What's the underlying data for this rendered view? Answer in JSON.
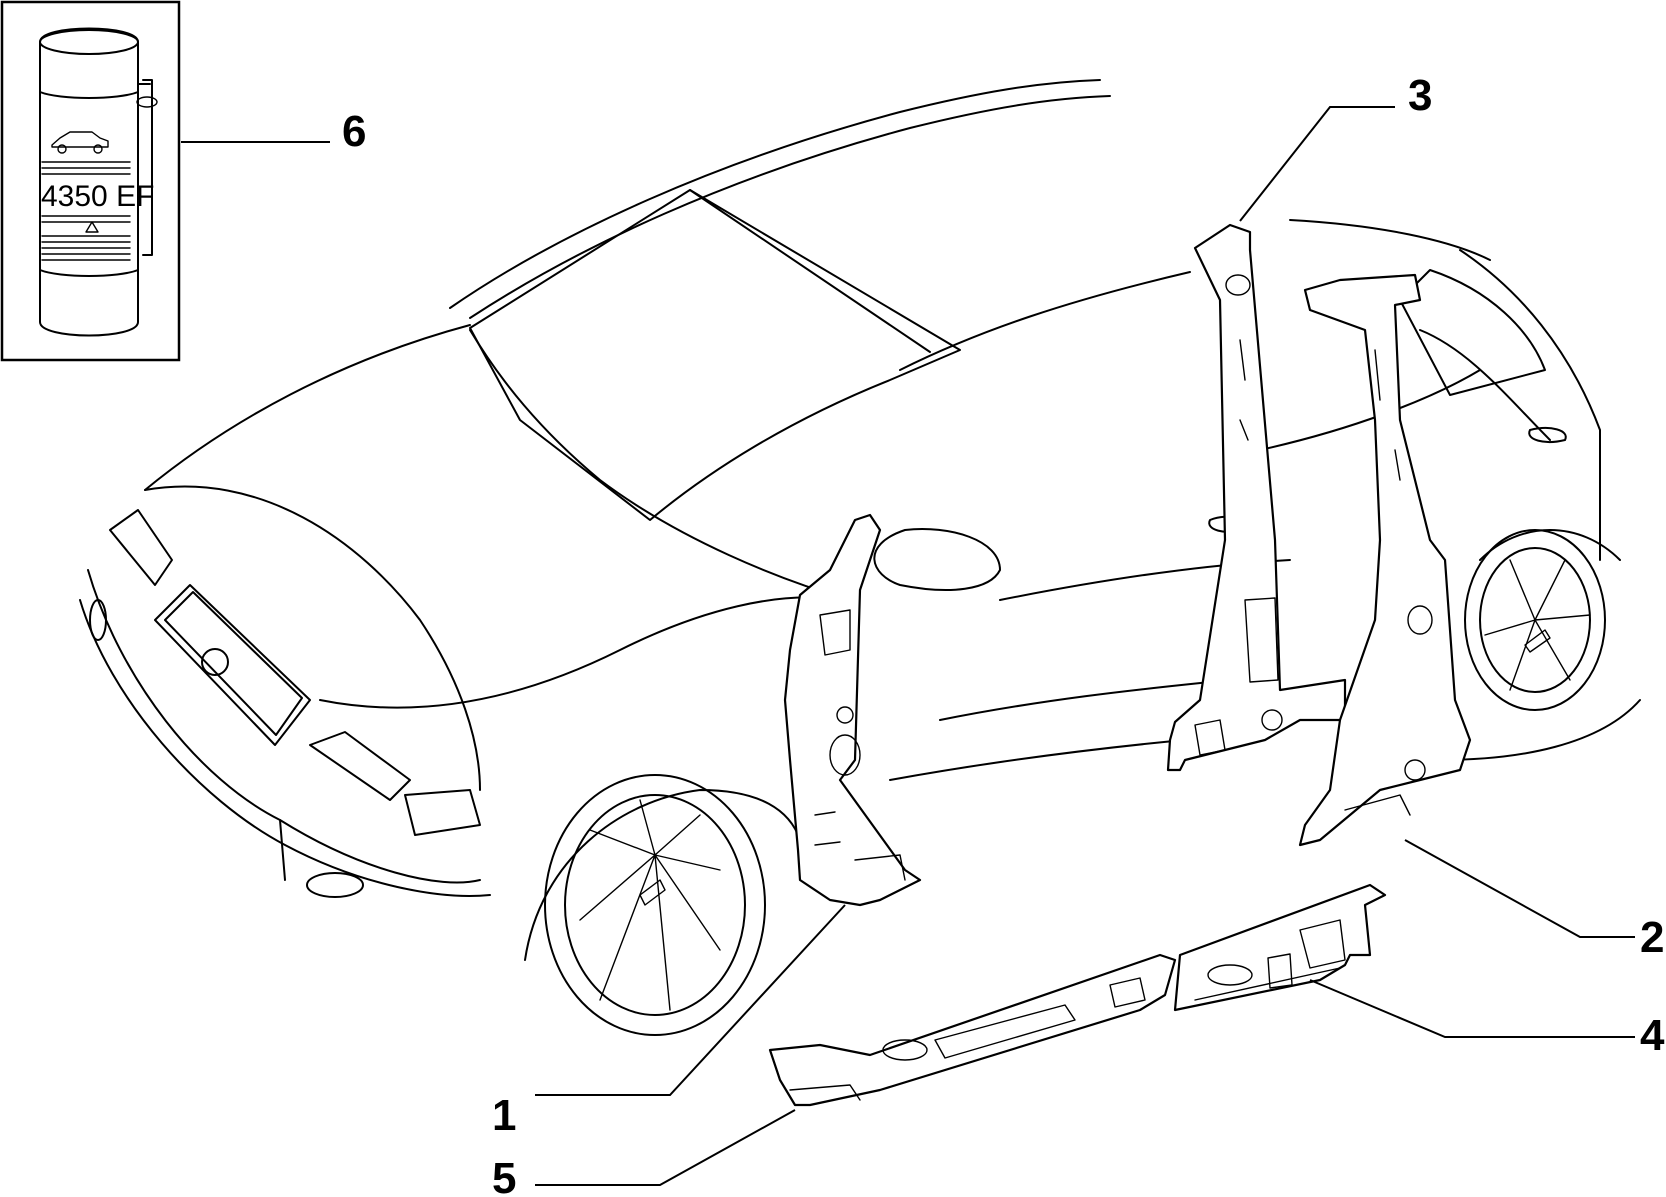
{
  "diagram": {
    "callouts": [
      {
        "id": "1",
        "label": "1"
      },
      {
        "id": "2",
        "label": "2"
      },
      {
        "id": "3",
        "label": "3"
      },
      {
        "id": "4",
        "label": "4"
      },
      {
        "id": "5",
        "label": "5"
      },
      {
        "id": "6",
        "label": "6"
      }
    ],
    "inset": {
      "can_label": "4350 EF"
    }
  }
}
